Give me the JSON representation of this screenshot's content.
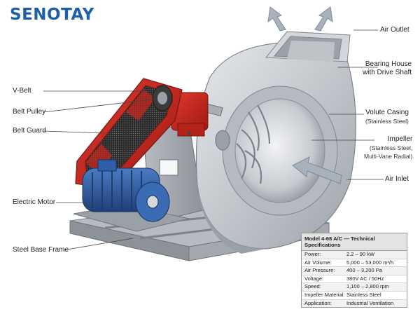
{
  "brand": "SENOTAY",
  "labels": {
    "air_outlet": "Air Outlet",
    "bearing_house": "Bearing House",
    "bearing_house_2": "with Drive Shaft",
    "volute_casing": "Volute Casing",
    "volute_casing_sub": "(Stainless Steel)",
    "impeller": "Impeller",
    "impeller_sub1": "(Stainless Steel,",
    "impeller_sub2": "Multi-Vane Radial)",
    "air_inlet": "Air Inlet",
    "v_belt": "V-Belt",
    "belt_pulley": "Belt Pulley",
    "belt_guard": "Belt Guard",
    "electric_motor": "Electric Motor",
    "steel_base_frame": "Steel Base Frame"
  },
  "specs": {
    "title": "Model 4-68 A/C — Technical Specifications",
    "rows": [
      {
        "k": "Power:",
        "v": "2.2 – 90 kW"
      },
      {
        "k": "Air Volume:",
        "v": "5,000 – 53,000 m³/h"
      },
      {
        "k": "Air Pressure:",
        "v": "400 – 3,200 Pa"
      },
      {
        "k": "Voltage:",
        "v": "380V AC / 50Hz"
      },
      {
        "k": "Speed:",
        "v": "1,100 – 2,800 rpm"
      },
      {
        "k": "Impeller Material:",
        "v": "Stainless Steel"
      },
      {
        "k": "Application:",
        "v": "Industrial Ventilation"
      }
    ]
  },
  "colors": {
    "brand": "#1d5fa8",
    "belt_guard": "#c8261e",
    "motor": "#2f5fa8",
    "steel": "#c9ccd1",
    "arrow": "#9aa7b3"
  }
}
